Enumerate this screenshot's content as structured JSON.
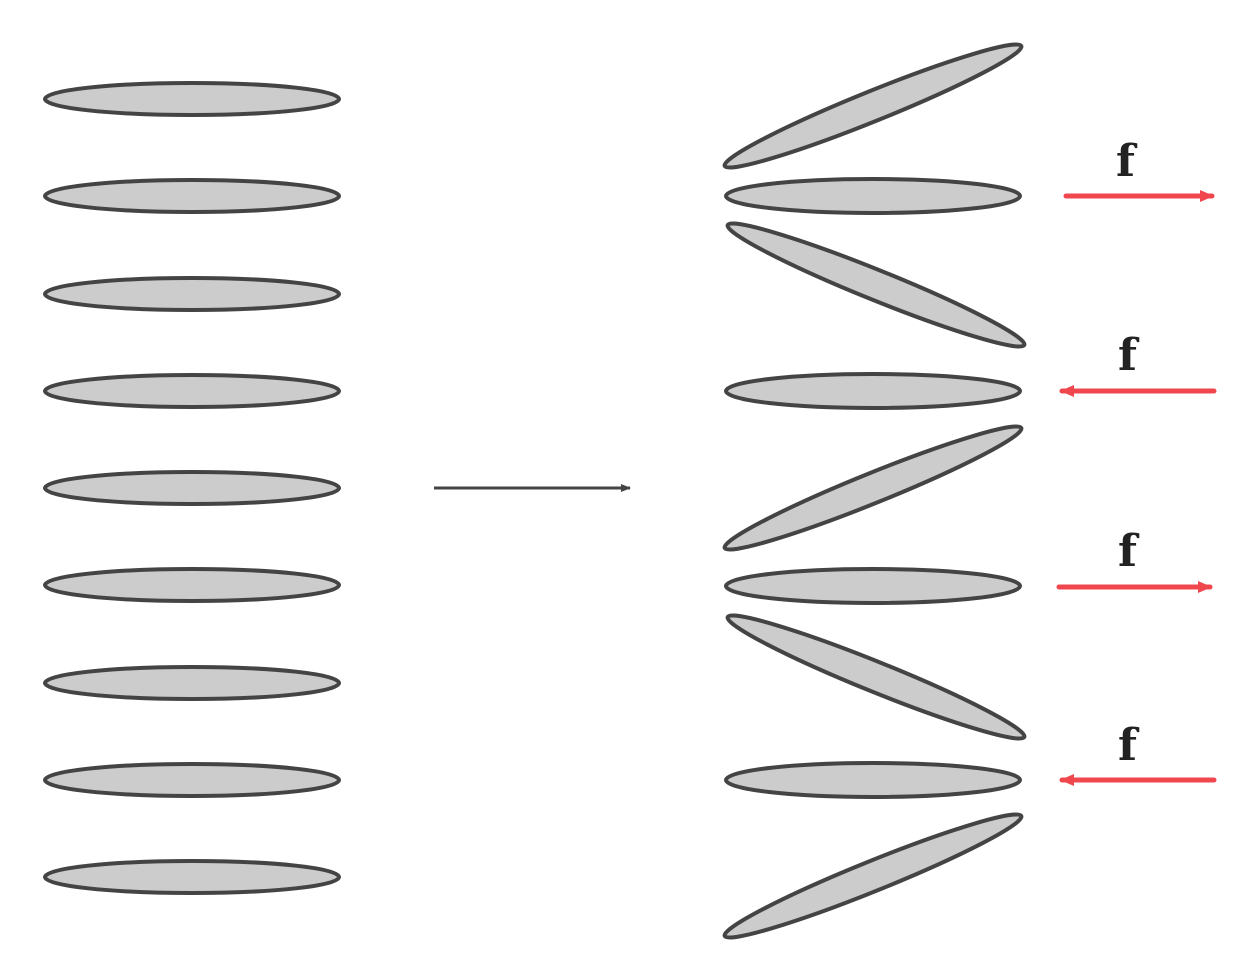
{
  "diagram": {
    "left_stack": {
      "count": 9,
      "orientation": "horizontal"
    },
    "right_stack": {
      "tilts": [
        "up",
        "flat",
        "down",
        "flat",
        "up",
        "flat",
        "down",
        "flat",
        "up"
      ]
    },
    "forces": [
      {
        "label": "f",
        "direction": "right"
      },
      {
        "label": "f",
        "direction": "left"
      },
      {
        "label": "f",
        "direction": "right"
      },
      {
        "label": "f",
        "direction": "left"
      }
    ],
    "colors": {
      "layer_fill": "#cccccc",
      "layer_stroke": "#444444",
      "force_arrow": "#f0474f",
      "transition_arrow": "#444444"
    }
  }
}
